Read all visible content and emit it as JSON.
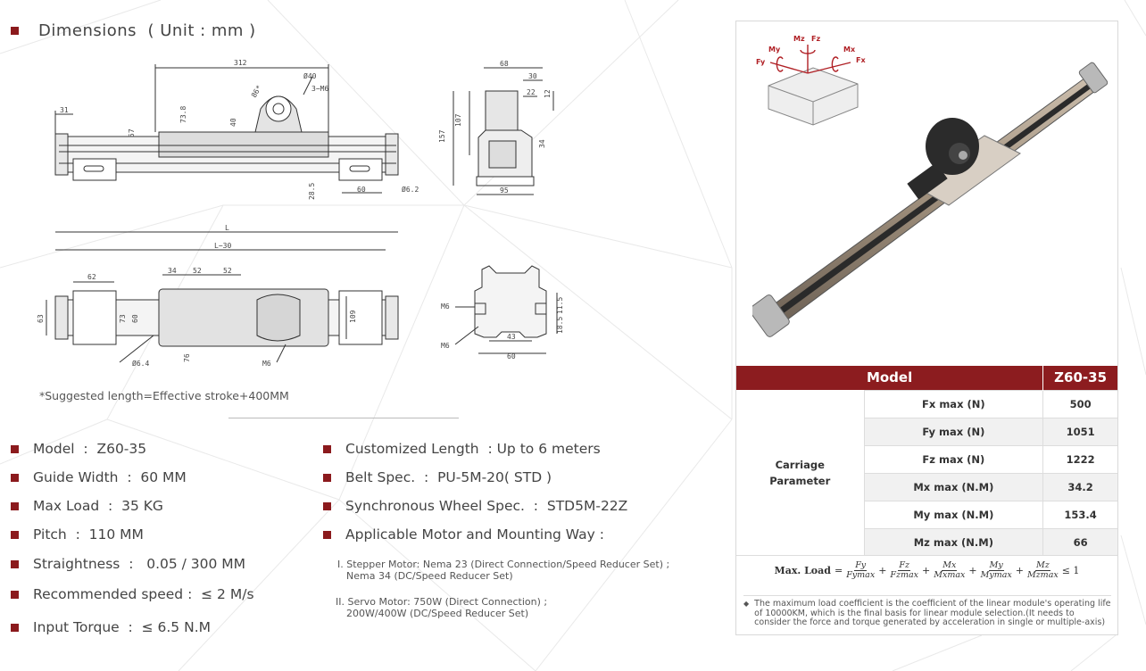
{
  "section_title": "Dimensions  ( Unit : mm )",
  "note": "*Suggested length=Effective stroke+400MM",
  "drawing_labels": {
    "side": [
      "312",
      "Ø40",
      "3−M6",
      "86*",
      "31",
      "57",
      "73.8",
      "40",
      "28.5",
      "60",
      "Ø6.2"
    ],
    "end": [
      "68",
      "30",
      "22",
      "12",
      "157",
      "107",
      "34",
      "95"
    ],
    "top": [
      "L",
      "L−30",
      "62",
      "34",
      "52",
      "52",
      "63",
      "73",
      "60",
      "109",
      "Ø6.4",
      "76",
      "M6"
    ],
    "profile": [
      "M6",
      "M6",
      "11.5",
      "18.5",
      "43",
      "60"
    ]
  },
  "specs_left": [
    "Model  :  Z60-35",
    "Guide Width  :  60 MM",
    "Max Load  :  35 KG",
    "Pitch  :  110 MM",
    "Straightness  :   0.05 / 300 MM",
    "Recommended speed :  ≤ 2 M/s",
    "Input Torque  :  ≤ 6.5 N.M"
  ],
  "specs_right": [
    "Customized Length  : Up to 6 meters",
    "Belt Spec.  :  PU-5M-20( STD )",
    "Synchronous Wheel Spec.  :  STD5M-22Z",
    "Applicable Motor and Mounting Way :"
  ],
  "motor_notes": [
    [
      "I. Stepper Motor: Nema 23 (Direct Connection/Speed Reducer Set) ;",
      "Nema 34 (DC/Speed Reducer Set)"
    ],
    [
      "II. Servo Motor: 750W (Direct Connection) ;",
      "200W/400W (DC/Speed Reducer Set)"
    ]
  ],
  "axis_labels": [
    "Mz",
    "Fz",
    "My",
    "Mx",
    "Fy",
    "Fx"
  ],
  "table": {
    "header_model": "Model",
    "header_value": "Z60-35",
    "group_label": [
      "Carriage",
      "Parameter"
    ],
    "rows": [
      {
        "param": "Fx max (N)",
        "value": "500"
      },
      {
        "param": "Fy max (N)",
        "value": "1051"
      },
      {
        "param": "Fz max (N)",
        "value": "1222"
      },
      {
        "param": "Mx max (N.M)",
        "value": "34.2"
      },
      {
        "param": "My max (N.M)",
        "value": "153.4"
      },
      {
        "param": "Mz max (N.M)",
        "value": "66"
      }
    ]
  },
  "formula": {
    "label": "Max. Load",
    "terms": [
      [
        "Fy",
        "Fymax"
      ],
      [
        "Fz",
        "Fzmax"
      ],
      [
        "Mx",
        "Mxmax"
      ],
      [
        "My",
        "Mymax"
      ],
      [
        "Mz",
        "Mzmax"
      ]
    ],
    "tail": "≤ 1"
  },
  "footnote": "The maximum load coefficient is the coefficient of the linear module's operating life of 10000KM, which is the final basis for linear module selection.(It needs to consider the force and torque generated by acceleration in single or multiple-axis)",
  "colors": {
    "accent": "#8c1c1f",
    "bullet": "#8b1a1d"
  }
}
